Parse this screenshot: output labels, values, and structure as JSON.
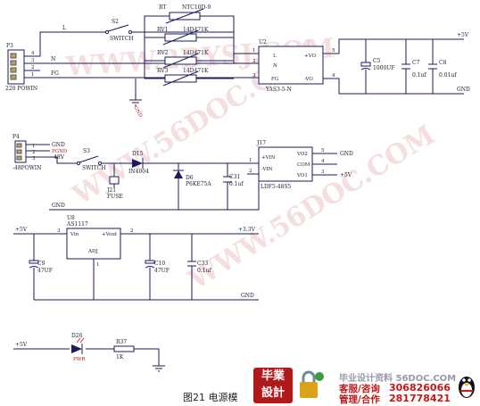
{
  "watermarks": [
    "WWW.2BYSJ.COM",
    "WWW.56DOC.COM",
    "WWW.56DOC.COM"
  ],
  "p3": {
    "ref": "P3",
    "name": "220 POWIN",
    "pins": [
      "4",
      "3",
      "2",
      "1"
    ],
    "nets": [
      "L",
      "N",
      "FG"
    ]
  },
  "s2": {
    "ref": "S2",
    "name": "SWITCH"
  },
  "rt": {
    "ref": "RT",
    "value": "NTC10D-9"
  },
  "rv1": {
    "ref": "RV1",
    "value": "14D471K"
  },
  "rv2": {
    "ref": "RV2",
    "value": "14D471K"
  },
  "rv3": {
    "ref": "RV3",
    "value": "14D471K"
  },
  "gnd_fg": "GND",
  "u2": {
    "ref": "U2",
    "name": "YAS3-5-N",
    "pins": {
      "L": "L",
      "N": "N",
      "FG": "FG",
      "vo_p": "+VO",
      "vo_n": "-VO"
    },
    "pinnums": [
      "1",
      "2",
      "3",
      "5",
      "4"
    ]
  },
  "c5": {
    "ref": "C5",
    "value": "1000UF"
  },
  "c7": {
    "ref": "C7",
    "value": "0.1uf"
  },
  "c8": {
    "ref": "C8",
    "value": "0.01uf"
  },
  "net_top": {
    "p5v": "+5V",
    "gnd": "GND"
  },
  "p4": {
    "ref": "P4",
    "name": "-48POWIN",
    "pins": [
      "1",
      "2",
      "3"
    ],
    "nets": [
      "GND",
      "PGND",
      "-48V"
    ]
  },
  "s3": {
    "ref": "S3",
    "name": "SWITCH"
  },
  "d15": {
    "ref": "D15",
    "value": "IN4004"
  },
  "j21": {
    "ref": "J21",
    "value": "FUSE"
  },
  "d6": {
    "ref": "D6",
    "value": "P6KE75A"
  },
  "c31": {
    "ref": "C31",
    "value": "0.1uf"
  },
  "j17": {
    "ref": "J17",
    "name": "LDF5-48S5",
    "pins": {
      "vin_p": "+VIN",
      "vin_n": "-VIN",
      "vo2": "VO2",
      "com": "COM",
      "vo1": "VO1"
    },
    "pinnums": [
      "1",
      "2",
      "5",
      "4",
      "3"
    ]
  },
  "net_mid": {
    "gnd": "GND",
    "gnd_r": "GND",
    "p5v": "+5V"
  },
  "u8": {
    "ref": "U8",
    "name": "AS1117",
    "pins": {
      "vin": "Vin",
      "vout": "+Vout",
      "adj": "ADJ"
    },
    "pinnums": [
      "3",
      "2",
      "1"
    ]
  },
  "c9": {
    "ref": "C9",
    "value": "47UF"
  },
  "c10": {
    "ref": "C10",
    "value": "47UF"
  },
  "c33": {
    "ref": "C33",
    "value": "0.1uf"
  },
  "net_ldo": {
    "in": "+5V",
    "out": "+3.3V",
    "gnd": "GND"
  },
  "d26": {
    "ref": "D26",
    "value": "PWR"
  },
  "r37": {
    "ref": "R37",
    "value": "1K"
  },
  "net_led": "+5V",
  "caption": "图21 电源模",
  "banner": {
    "logo": [
      "毕業",
      "設計"
    ],
    "site": "毕业设计资料 56DOC.COM",
    "svc": "客服/咨询",
    "mgr": "管理/合作",
    "num1": "306826066",
    "num2": "281778421"
  }
}
